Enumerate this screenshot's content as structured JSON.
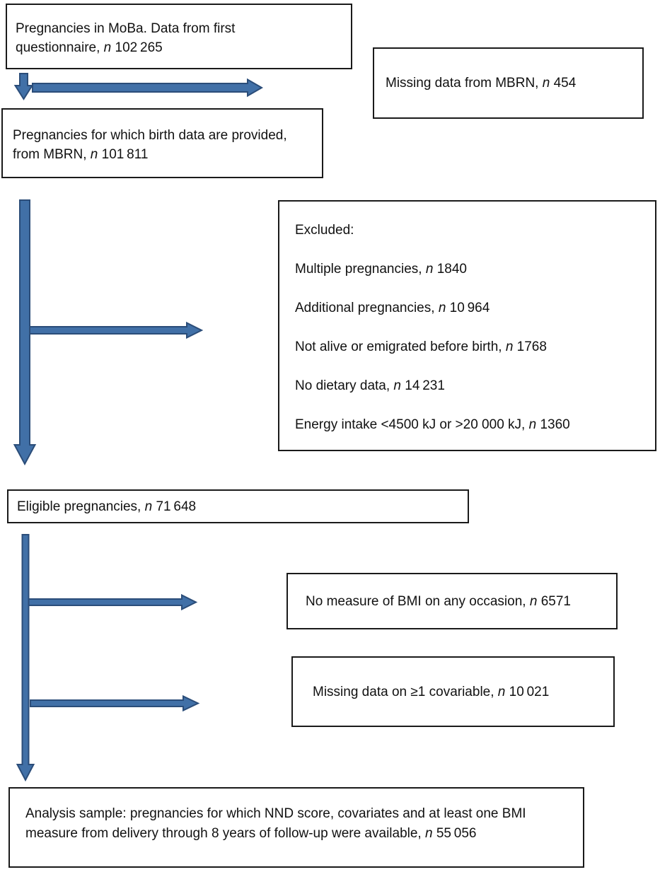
{
  "boxes": {
    "moba": {
      "line1": "Pregnancies in MoBa. Data from first",
      "line2": "questionnaire, ",
      "n": "n",
      "value": "102 265"
    },
    "missing_mbrn": {
      "text": "Missing data from MBRN, ",
      "n": "n",
      "value": "454"
    },
    "birth_data": {
      "line1": "Pregnancies for which birth data are provided,",
      "line2": "from MBRN, ",
      "n": "n",
      "value": "101 811"
    },
    "excluded": {
      "heading": "Excluded:",
      "items": [
        {
          "text": "Multiple pregnancies, ",
          "n": "n",
          "value": "1840"
        },
        {
          "text": "Additional pregnancies, ",
          "n": "n",
          "value": "10 964"
        },
        {
          "text": "Not alive or emigrated before birth, ",
          "n": "n",
          "value": "1768"
        },
        {
          "text": "No dietary data, ",
          "n": "n",
          "value": "14 231"
        },
        {
          "text": "Energy intake <4500 kJ or >20 000 kJ, ",
          "n": "n",
          "value": "1360"
        }
      ]
    },
    "eligible": {
      "text": "Eligible pregnancies, ",
      "n": "n",
      "value": "71 648"
    },
    "no_bmi": {
      "text": "No measure of BMI on any occasion, ",
      "n": "n",
      "value": "6571"
    },
    "missing_covariable": {
      "text": "Missing data on ≥1 covariable, ",
      "n": "n",
      "value": "10 021"
    },
    "analysis": {
      "line1": "Analysis sample: pregnancies for which NND score, covariates and at least one BMI",
      "line2": "measure from delivery through 8 years of follow-up were available, ",
      "n": "n",
      "value": "55 056"
    }
  },
  "colors": {
    "arrow_fill": "#4170a7",
    "arrow_stroke": "#2b4d79",
    "box_border": "#1a1a1a",
    "text": "#111111"
  }
}
